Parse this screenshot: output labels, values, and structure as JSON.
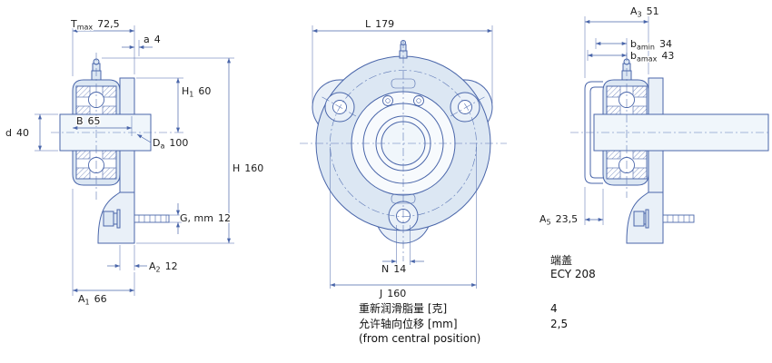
{
  "dims": {
    "tmax": {
      "base": "T",
      "sub": "max",
      "value": "72,5"
    },
    "a": {
      "base": "a",
      "value": "4"
    },
    "h1": {
      "base": "H",
      "sub": "1",
      "value": "60"
    },
    "d": {
      "base": "d",
      "value": "40"
    },
    "b": {
      "base": "B",
      "value": "65"
    },
    "da": {
      "base": "D",
      "sub": "a",
      "value": "100"
    },
    "h": {
      "base": "H",
      "value": "160"
    },
    "g": {
      "base": "G, mm",
      "value": "12"
    },
    "a2": {
      "base": "A",
      "sub": "2",
      "value": "12"
    },
    "a1": {
      "base": "A",
      "sub": "1",
      "value": "66"
    },
    "l": {
      "base": "L",
      "value": "179"
    },
    "n": {
      "base": "N",
      "value": "14"
    },
    "j": {
      "base": "J",
      "value": "160"
    },
    "a3": {
      "base": "A",
      "sub": "3",
      "value": "51"
    },
    "bamin": {
      "base": "b",
      "sub": "amin",
      "value": "34"
    },
    "bamax": {
      "base": "b",
      "sub": "amax",
      "value": "43"
    },
    "a5": {
      "base": "A",
      "sub": "5",
      "value": "23,5"
    }
  },
  "annotations": {
    "end_cap_label": "端盖",
    "end_cap_value": "ECY 208",
    "grease_label": "重新润滑脂量 [克]",
    "grease_value": "4",
    "axial_label": "允许轴向位移 [mm]",
    "axial_value": "2,5",
    "axial_note": "(from central position)"
  },
  "colors": {
    "line": "#4a66aa",
    "fill_light": "#dce7f3",
    "fill_lighter": "#e9f0f8",
    "shaft_fill": "#f0f6fb",
    "text": "#1c1c1c"
  }
}
